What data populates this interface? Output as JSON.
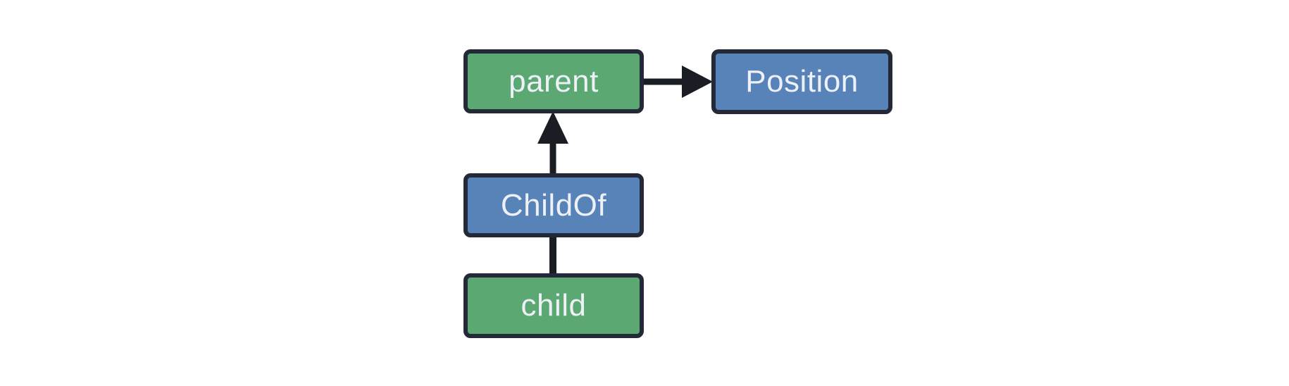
{
  "diagram": {
    "type": "node-edge-graph",
    "background": "#ffffff",
    "colors": {
      "entity_fill_green": "#5ca873",
      "component_fill_blue": "#5783b8",
      "node_border": "#232936",
      "edge_stroke": "#1a1d24",
      "label_text": "#edf0f6"
    },
    "nodes": [
      {
        "id": "parent",
        "label": "parent",
        "fill": "#5ca873"
      },
      {
        "id": "Position",
        "label": "Position",
        "fill": "#5783b8"
      },
      {
        "id": "ChildOf",
        "label": "ChildOf",
        "fill": "#5783b8"
      },
      {
        "id": "child",
        "label": "child",
        "fill": "#5ca873"
      }
    ],
    "edges": [
      {
        "from": "parent",
        "to": "Position",
        "arrowhead": true,
        "direction": "right"
      },
      {
        "from": "ChildOf",
        "to": "parent",
        "arrowhead": true,
        "direction": "up"
      },
      {
        "from": "child",
        "to": "ChildOf",
        "arrowhead": false,
        "direction": "up"
      }
    ]
  }
}
